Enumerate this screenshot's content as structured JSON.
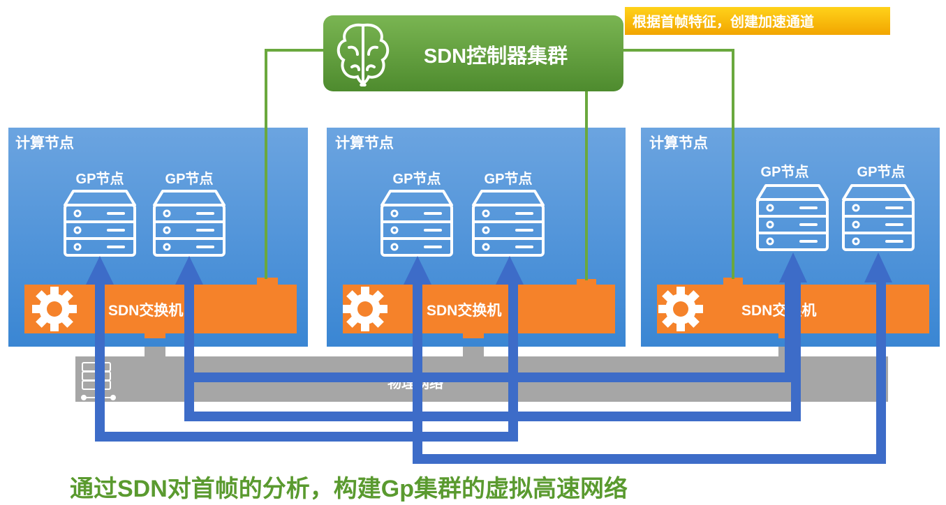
{
  "controller": {
    "label": "SDN控制器集群"
  },
  "callout": {
    "label": "根据首帧特征，创建加速通道"
  },
  "nodes": [
    {
      "title": "计算节点",
      "gp1": "GP节点",
      "gp2": "GP节点",
      "switch": "SDN交换机"
    },
    {
      "title": "计算节点",
      "gp1": "GP节点",
      "gp2": "GP节点",
      "switch": "SDN交换机"
    },
    {
      "title": "计算节点",
      "gp1": "GP节点",
      "gp2": "GP节点",
      "switch": "SDN交换机"
    }
  ],
  "network": {
    "label": "物理网络"
  },
  "caption": "通过SDN对首帧的分析，构建Gp集群的虚拟高速网络",
  "colors": {
    "node": "#4a8fd8",
    "switch": "#f5822a",
    "controller": "#5b9a3a",
    "callout": "#f7b400",
    "network": "#a6a6a6",
    "path": "#3d6cc8",
    "caption": "#5a9a2f"
  }
}
